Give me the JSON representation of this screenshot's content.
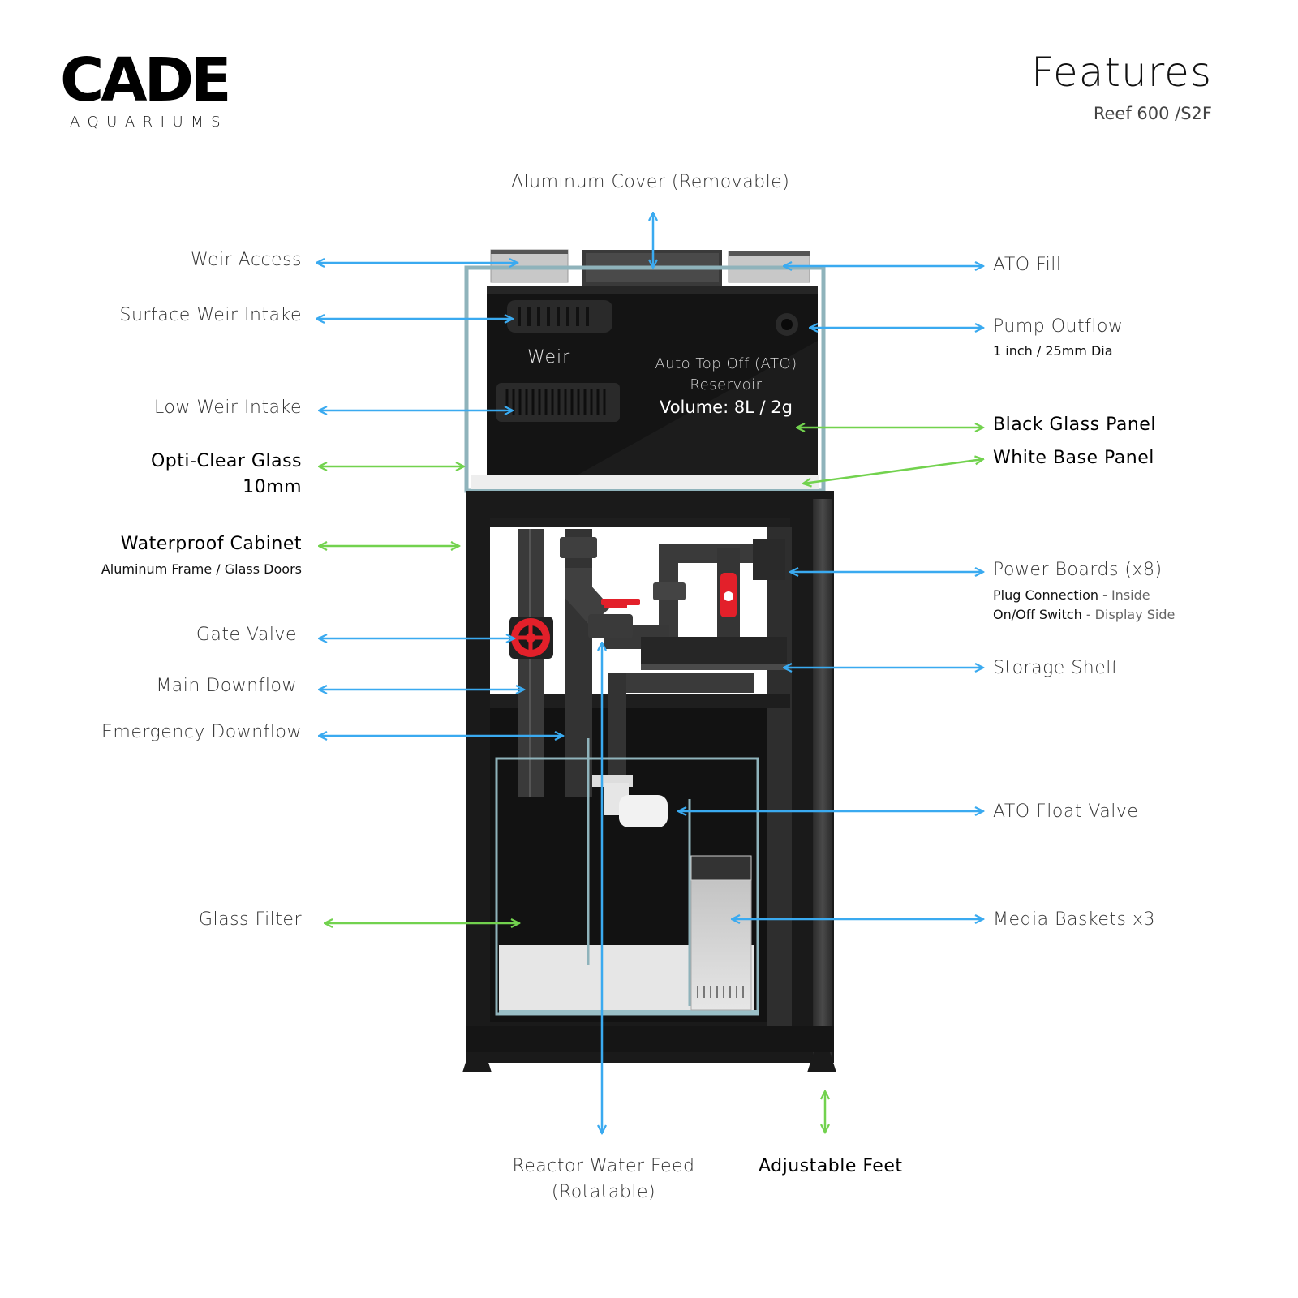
{
  "brand": {
    "name": "CADE",
    "tagline": "AQUARIUMS"
  },
  "header": {
    "title": "Features",
    "subtitle": "Reef 600 /S2F"
  },
  "colors": {
    "arrow_blue": "#3aaaf0",
    "arrow_green": "#72d24e",
    "cabinet": "#1a1a1a",
    "valve_red": "#e3202a"
  },
  "tank_labels": {
    "weir": "Weir",
    "ato_line1": "Auto Top Off (ATO)",
    "ato_line2": "Reservoir",
    "ato_volume": "Volume: 8L / 2g"
  },
  "callouts": {
    "top": {
      "aluminum_cover": "Aluminum Cover (Removable)"
    },
    "left": {
      "weir_access": "Weir Access",
      "surface_weir_intake": "Surface Weir Intake",
      "low_weir_intake": "Low Weir Intake",
      "opti_clear_glass": "Opti-Clear Glass",
      "opti_clear_glass_sub": "10mm",
      "waterproof_cabinet": "Waterproof Cabinet",
      "waterproof_cabinet_sub": "Aluminum Frame / Glass Doors",
      "gate_valve": "Gate Valve",
      "main_downflow": "Main Downflow",
      "emergency_downflow": "Emergency Downflow",
      "glass_filter": "Glass Filter"
    },
    "right": {
      "ato_fill": "ATO Fill",
      "pump_outflow": "Pump Outflow",
      "pump_outflow_sub": "1 inch / 25mm Dia",
      "black_glass_panel": "Black Glass Panel",
      "white_base_panel": "White Base Panel",
      "power_boards": "Power Boards (x8)",
      "power_boards_sub1_bold": "Plug Connection",
      "power_boards_sub1_dim": " - Inside",
      "power_boards_sub2_bold": "On/Off Switch",
      "power_boards_sub2_dim": " - Display Side",
      "storage_shelf": "Storage Shelf",
      "ato_float_valve": "ATO Float Valve",
      "media_baskets": "Media Baskets x3"
    },
    "bottom": {
      "reactor_water_feed": "Reactor Water Feed",
      "reactor_water_feed_sub": "(Rotatable)",
      "adjustable_feet": "Adjustable Feet"
    }
  }
}
